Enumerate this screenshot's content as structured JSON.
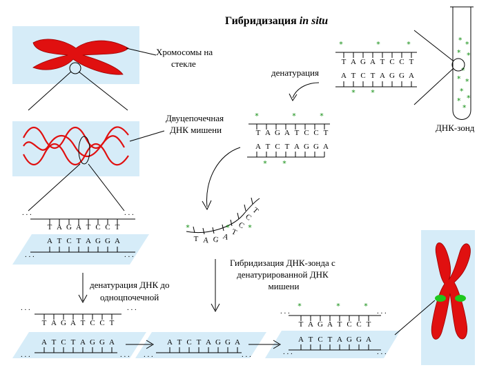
{
  "title": {
    "main": "Гибридизация ",
    "italic": "in situ"
  },
  "labels": {
    "chromosomes": [
      "Хромосомы на",
      "стекле"
    ],
    "denaturation": "денатурация",
    "ds_dna": [
      "Двуцепочечная",
      "ДНК мишени"
    ],
    "probe": "ДНК-зонд",
    "hybridization": [
      "Гибридизация ДНК-зонда с",
      "денатурированной ДНК",
      "мишени"
    ],
    "ss_denaturation": [
      "денатурация ДНК до",
      "одноцпочечной"
    ]
  },
  "sequences": {
    "top": [
      "T",
      "A",
      "G",
      "A",
      "T",
      "C",
      "C",
      "T"
    ],
    "bottom": [
      "A",
      "T",
      "C",
      "T",
      "A",
      "G",
      "G",
      "A"
    ],
    "probe_curve": [
      "T",
      "A",
      "G",
      "A",
      "T",
      "C",
      "C",
      "T"
    ],
    "ellipsis": ". . ."
  },
  "colors": {
    "chromosome": "#e01010",
    "slide": "#d6ecf8",
    "star": "#0a8a0a",
    "signal": "#1ec81e"
  }
}
